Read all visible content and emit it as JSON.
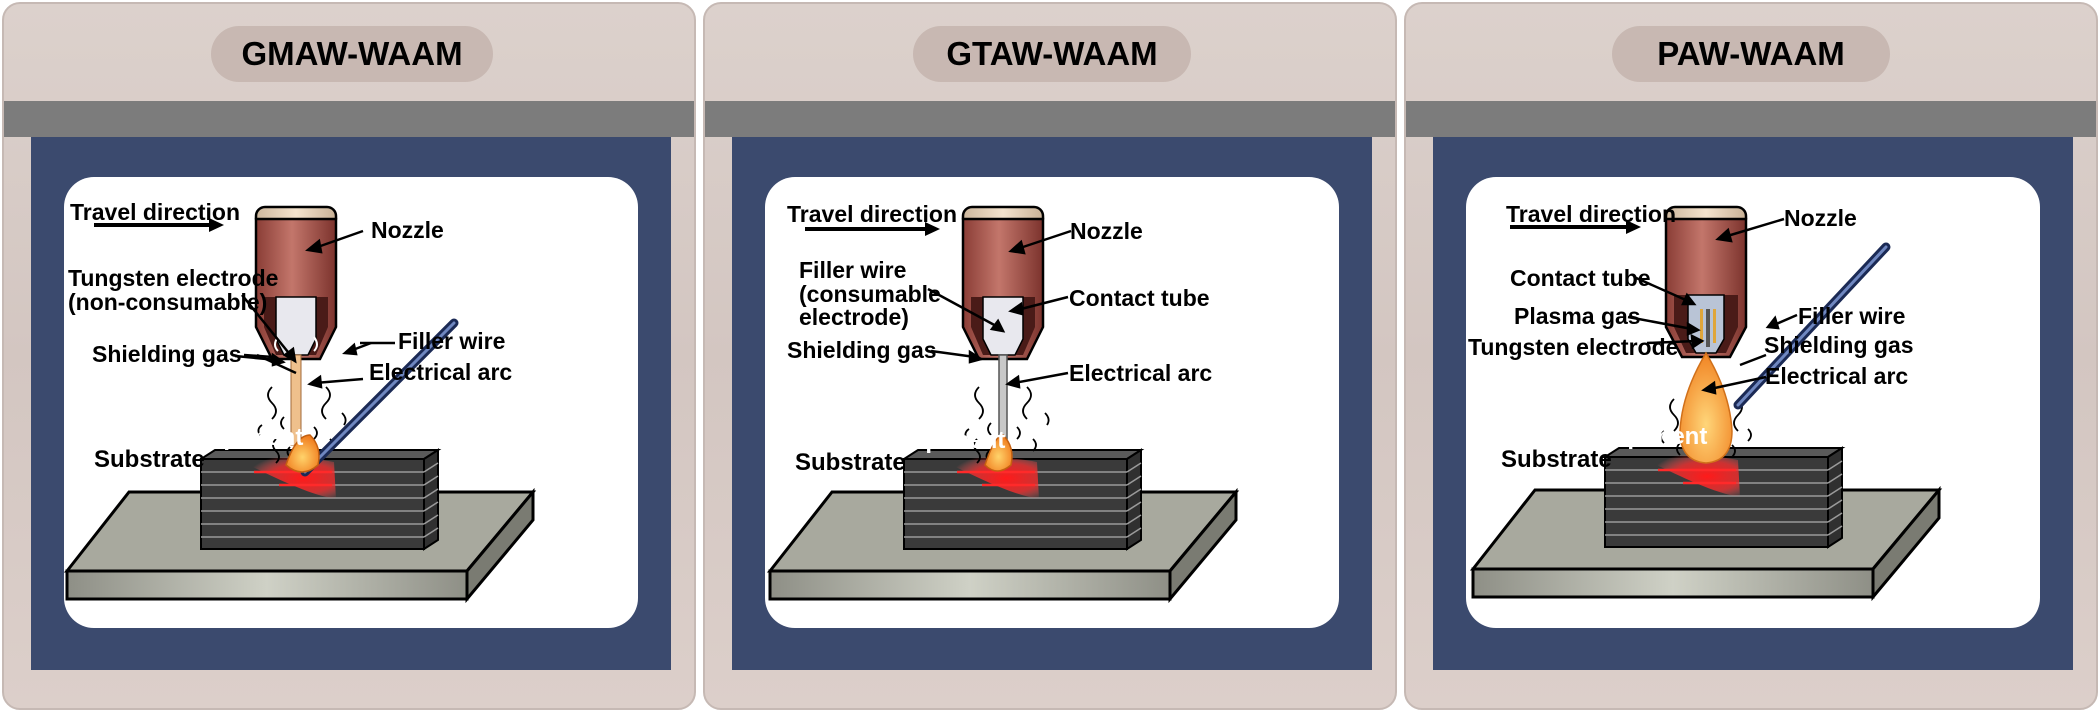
{
  "panels": [
    {
      "title": "GMAW-WAAM",
      "labels": {
        "travel": "Travel direction",
        "nozzle": "Nozzle",
        "electrode_1": "Tungsten electrode",
        "electrode_2": "(non-consumable)",
        "filler": "Filler wire",
        "shield": "Shielding gas",
        "arc": "Electrical arc",
        "component": "Component",
        "substrate": "Substrate"
      }
    },
    {
      "title": "GTAW-WAAM",
      "labels": {
        "travel": "Travel direction",
        "nozzle": "Nozzle",
        "filler_1": "Filler wire",
        "filler_2": "(consumable",
        "filler_3": "electrode)",
        "contact": "Contact tube",
        "shield": "Shielding gas",
        "arc": "Electrical arc",
        "component": "Component",
        "substrate": "Substrate"
      }
    },
    {
      "title": "PAW-WAAM",
      "labels": {
        "travel": "Travel direction",
        "nozzle": "Nozzle",
        "contact": "Contact tube",
        "plasma": "Plasma gas",
        "electrode": "Tungsten electrode",
        "filler": "Filler wire",
        "shield": "Shielding gas",
        "arc": "Electrical arc",
        "component": "Component",
        "substrate": "Substrate"
      }
    }
  ],
  "colors": {
    "panel_bg": "#d6cac5",
    "title_pill": "#c8b8b2",
    "header_bar": "#7c7c7c",
    "inner_frame": "#3b4a6e",
    "nozzle": "#b5625a",
    "nozzle_cap": "#e9d5bf",
    "filler_wire": "#2b3b66",
    "arc": "#f39a3c",
    "melt_pool": "#ee1c24",
    "component": "#3e3e3e",
    "substrate": "#a9aaa0"
  }
}
